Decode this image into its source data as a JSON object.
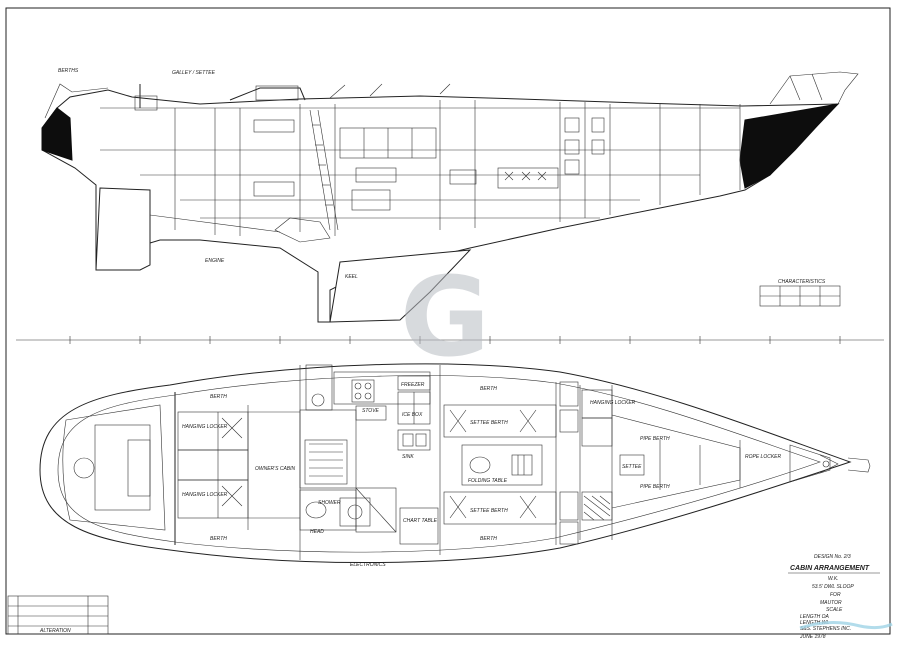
{
  "profile_notes": {
    "berth_note_1": "BERTHS",
    "berth_note_2": "GALLEY / SETTEE",
    "keel_note": "KEEL",
    "engine_note": "ENGINE"
  },
  "characteristics": {
    "title": "CHARACTERISTICS"
  },
  "plan_labels": {
    "berth_port_aft": "BERTH",
    "berth_port_mid": "BERTH",
    "berth_stbd_aft": "BERTH",
    "berth_stbd_mid": "BERTH",
    "hanging_locker_1": "HANGING LOCKER",
    "hanging_locker_2": "HANGING LOCKER",
    "owners_cabin": "OWNER'S CABIN",
    "icebox": "ICE BOX",
    "freezer": "FREEZER",
    "stove": "STOVE",
    "sink": "SINK",
    "folding_table": "FOLDING TABLE",
    "settee_berth_1": "SETTEE BERTH",
    "settee_berth_2": "SETTEE BERTH",
    "pipe_berth_1": "PIPE BERTH",
    "pipe_berth_2": "PIPE BERTH",
    "chart_table": "CHART TABLE",
    "electronics": "ELECTRONICS",
    "head": "HEAD",
    "shower": "SHOWER",
    "settee": "SETTEE",
    "hanging_locker_fwd": "HANGING LOCKER",
    "rope_locker": "ROPE LOCKER"
  },
  "title_block": {
    "design": "DESIGN No. 2/3",
    "title": "CABIN ARRANGEMENT",
    "line1": "W.K.",
    "line2": "53.5' DWL SLOOP",
    "line3": "FOR",
    "line4": "MAUTOR",
    "scale": "SCALE",
    "spec1": "LENGTH OA",
    "spec2": "LENGTH WL",
    "designer": "S&S. STEPHENS INC.",
    "date": "JUNE 1978"
  },
  "revision_block": {
    "header": "ALTERATION"
  },
  "watermark": {
    "letter": "G"
  }
}
